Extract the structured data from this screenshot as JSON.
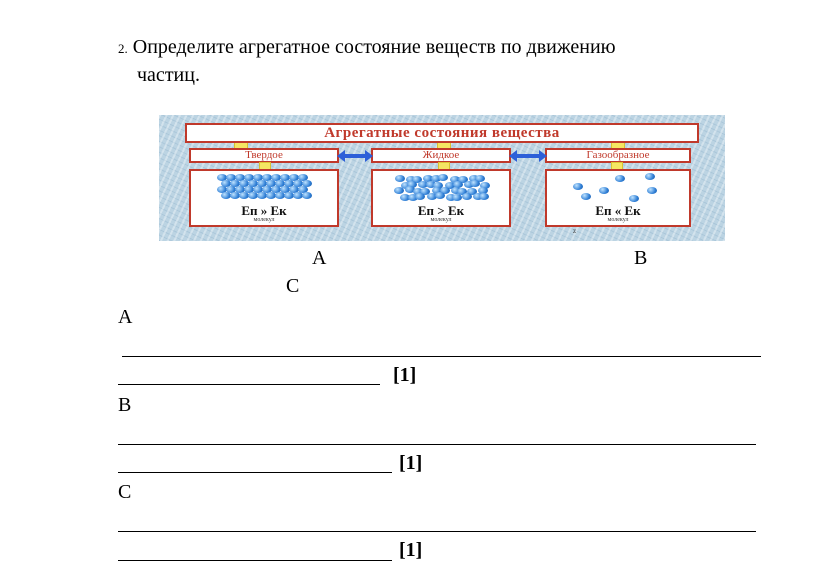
{
  "question": {
    "number": "2.",
    "line1": "Определите агрегатное состояние веществ по движению",
    "line2": "частиц."
  },
  "figure": {
    "title": "Агрегатные состояния вещества",
    "states": [
      "Твердое",
      "Жидкое",
      "Газообразное"
    ],
    "formulas": [
      "Еп » Ек",
      "Еп > Ек",
      "Еп « Ек"
    ],
    "sublabel": "молекул",
    "mark": "z",
    "colors": {
      "frame": "#c0392b",
      "particles": "#2f7fd6",
      "arrows": "#2d5fd8",
      "connectors": "#f5e663"
    }
  },
  "captions": {
    "a": "A",
    "b": "B",
    "c": "C"
  },
  "answers": [
    {
      "label": "A",
      "score": "[1]"
    },
    {
      "label": "B",
      "score": "[1]"
    },
    {
      "label": "C",
      "score": "[1]"
    }
  ]
}
